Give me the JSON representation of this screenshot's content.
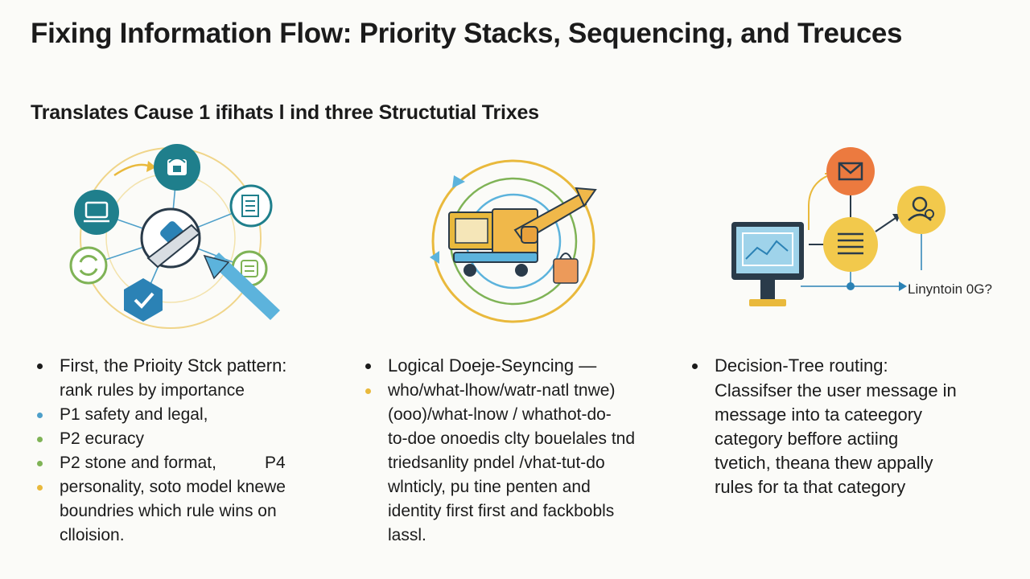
{
  "title": "Fixing Information Flow: Priority Stacks, Sequencing, and Treuces",
  "subtitle": "Translates Cause 1 ifihats l ind three Structutial Trixes",
  "illustration3": {
    "label": "Linyntoin 0G?"
  },
  "column1": {
    "items": [
      {
        "text": "First, the Prioity Stck pattern:",
        "cont": "rank rules by importance",
        "bullet": "black"
      },
      {
        "text": "P1 safety and legal,",
        "bullet": "blue"
      },
      {
        "text": "P2 ecuracy",
        "bullet": "green"
      },
      {
        "text": "P2 stone and format,",
        "extra": "P4",
        "bullet": "green"
      },
      {
        "text": "personality, soto model knewe",
        "cont": "boundries which rule wins on",
        "cont2": "clloision.",
        "bullet": "yellow"
      }
    ]
  },
  "column2": {
    "items": [
      {
        "text": "Logical Doeje-Seyncing —",
        "bullet": "black"
      },
      {
        "text": "who/what-lhow/watr-natl tnwe)",
        "cont": "(ooo)/what-lnow / whathot-do-",
        "cont2": "to-doe onoedis clty bouelales tnd",
        "cont3": "triedsanlity pndel /vhat-tut-do",
        "cont4": "wlnticly, pu tine penten and",
        "cont5": "identity first first and fackbobls",
        "cont6": "lassl.",
        "bullet": "yellow"
      }
    ]
  },
  "column3": {
    "items": [
      {
        "text": "Decision-Tree routing:",
        "cont": "Classifser the user message in",
        "cont2": "message into ta cateegory",
        "cont3": "category beffore actiing",
        "cont4": "tvetich, theana thew appally",
        "cont5": "rules for ta that category",
        "bullet": "black"
      }
    ]
  },
  "colors": {
    "teal": "#1f7f8c",
    "blue": "#4d9fc9",
    "green": "#7fb356",
    "yellow": "#e9b93c",
    "orange": "#ec7a3f",
    "arrow_blue": "#5cb3dc"
  }
}
